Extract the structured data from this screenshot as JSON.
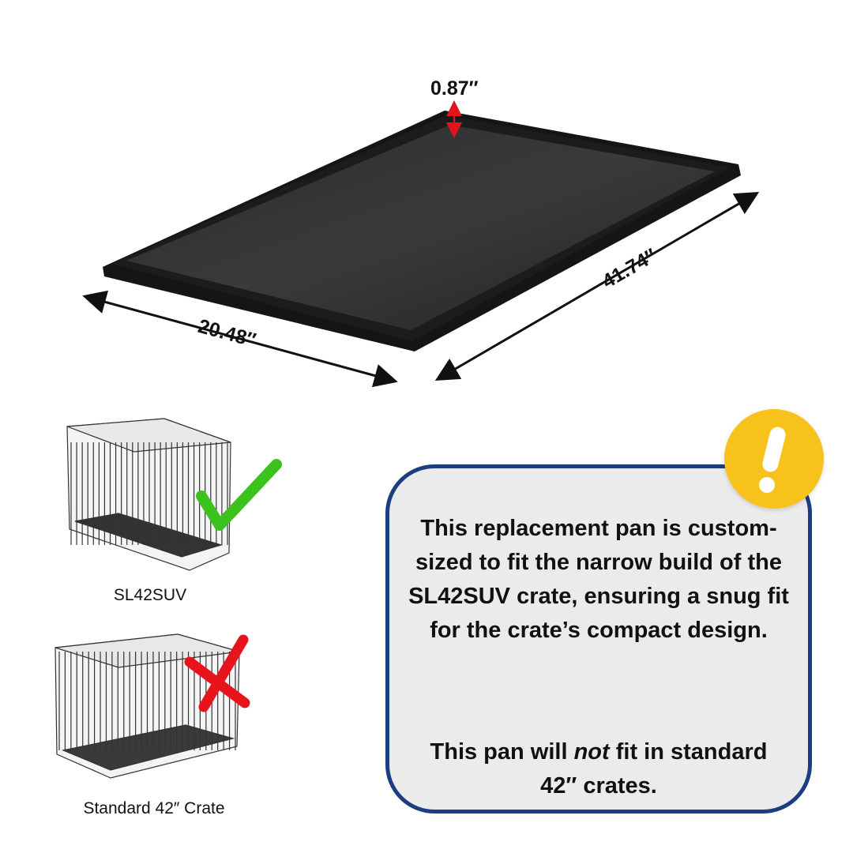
{
  "dimensions": {
    "height": "0.87″",
    "width": "20.48″",
    "length": "41.74″"
  },
  "crates": [
    {
      "label": "SL42SUV",
      "fit": "check-icon"
    },
    {
      "label": "Standard 42″ Crate",
      "fit": "x-icon"
    }
  ],
  "notice": {
    "paragraph1": "This replacement pan is custom-sized to fit the narrow build of the SL42SUV crate, ensuring a snug fit for the crate’s compact design.",
    "paragraph2_before": "This pan will ",
    "paragraph2_emphasis": "not",
    "paragraph2_after": " fit in standard 42″ crates."
  },
  "colors": {
    "border": "#1a3e80",
    "alert": "#f8c21c",
    "check": "#3cc21c",
    "cross": "#e8141c",
    "arrow": "#e0141c"
  }
}
